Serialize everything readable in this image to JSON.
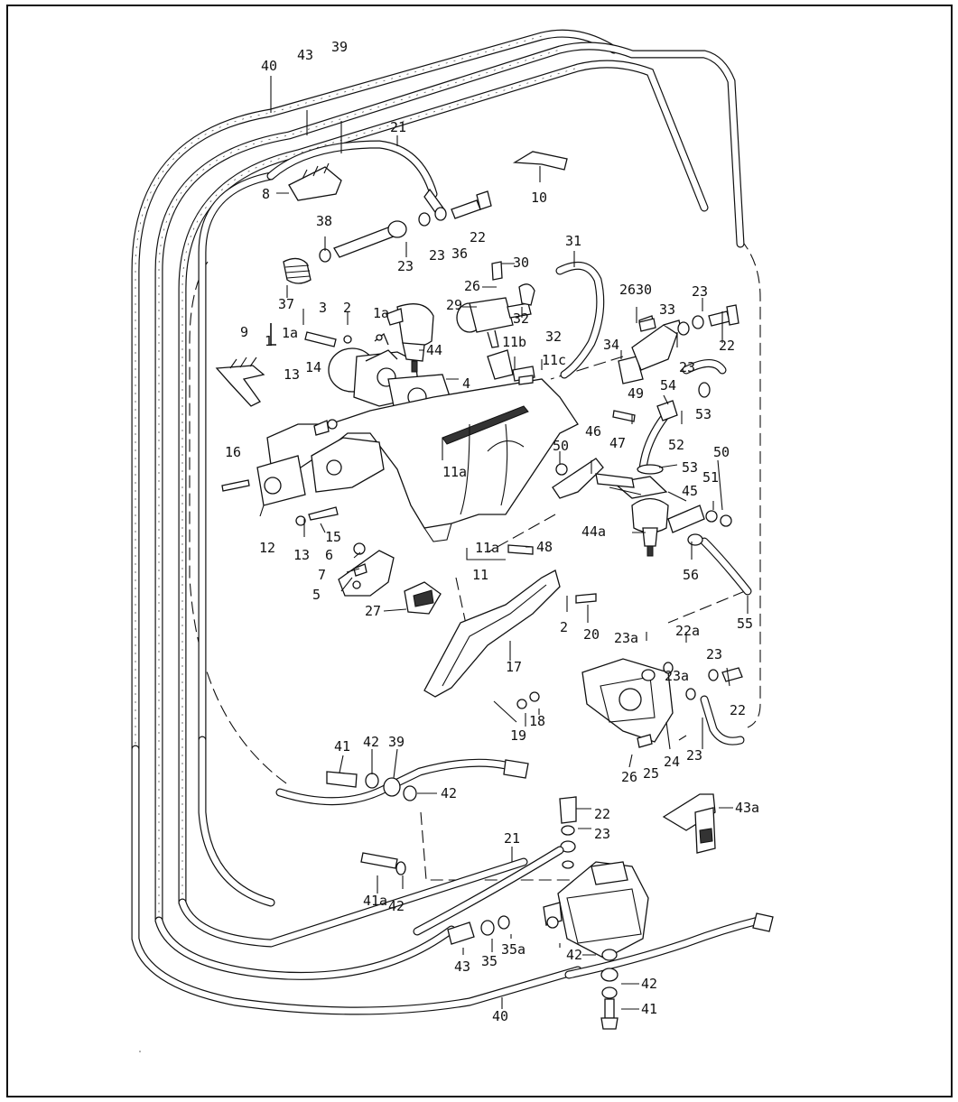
{
  "callouts": [
    "40",
    "43",
    "39",
    "21",
    "8",
    "10",
    "38",
    "22",
    "23",
    "23",
    "36",
    "37",
    "3",
    "2",
    "30",
    "31",
    "26",
    "29",
    "32",
    "1a",
    "1a",
    "1",
    "26",
    "30",
    "33",
    "23",
    "22",
    "44",
    "11b",
    "11c",
    "32",
    "34",
    "9",
    "23",
    "13",
    "14",
    "4",
    "49",
    "54",
    "16",
    "11a",
    "50",
    "46",
    "47",
    "53",
    "52",
    "53",
    "50",
    "51",
    "45",
    "44a",
    "12",
    "15",
    "13",
    "6",
    "7",
    "5",
    "27",
    "11a",
    "48",
    "11",
    "56",
    "2",
    "20",
    "55",
    "17",
    "23a",
    "22a",
    "23",
    "23a",
    "22",
    "18",
    "19",
    "26",
    "25",
    "24",
    "23",
    "41",
    "42",
    "39",
    "42",
    "22",
    "23",
    "43a",
    "21",
    "41a",
    "42",
    "43",
    "35",
    "35a",
    "42",
    "42",
    "40",
    "41"
  ]
}
